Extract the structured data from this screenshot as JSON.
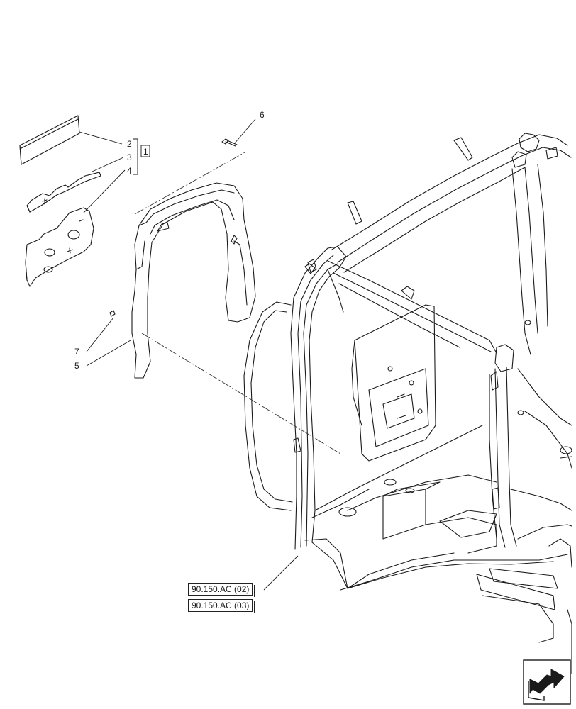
{
  "diagram": {
    "callouts": [
      "1",
      "2",
      "3",
      "4",
      "5",
      "6",
      "7"
    ],
    "references": [
      "90.150.AC (02)",
      "90.150.AC (03)"
    ],
    "navigation_icon": "next-page-arrow-icon"
  }
}
